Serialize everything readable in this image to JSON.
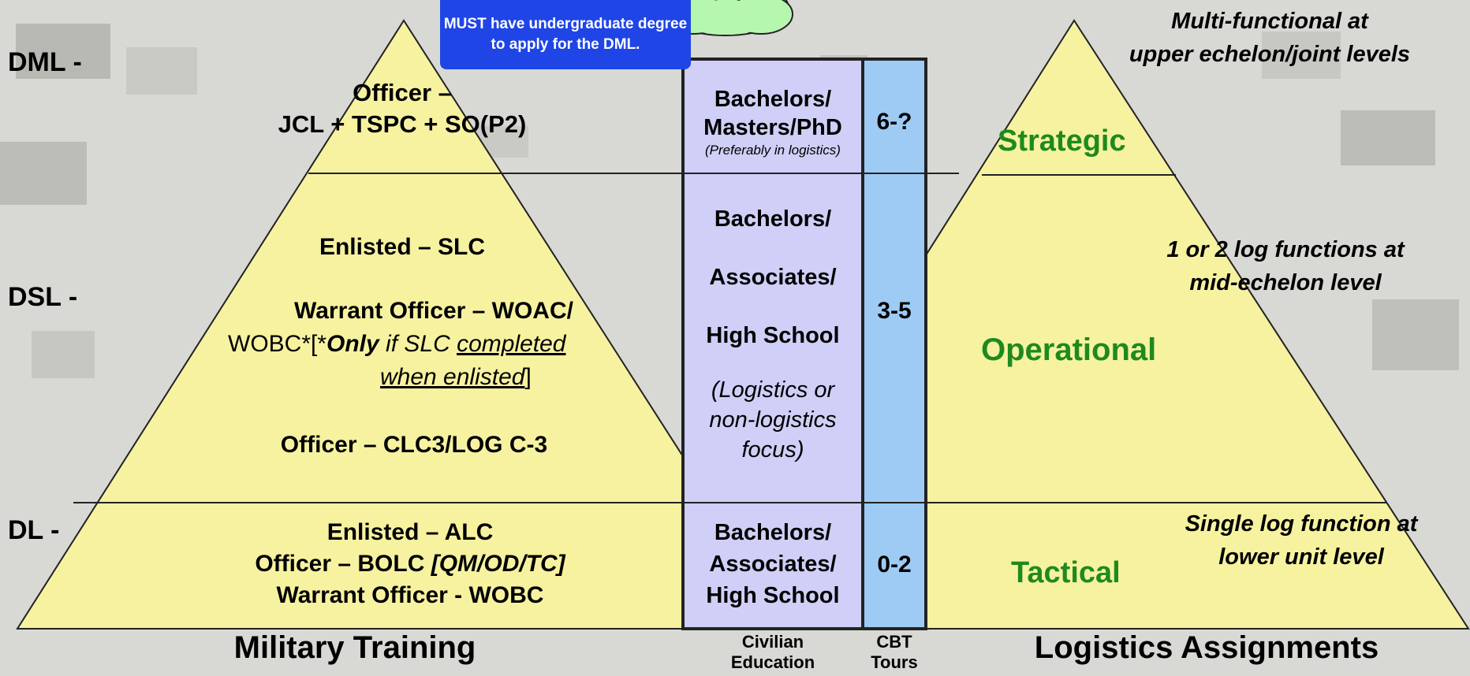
{
  "callout_text": "MUST have undergraduate degree to apply for the DML.",
  "levels": {
    "dml": "DML -",
    "dsl": "DSL -",
    "dl": "DL -"
  },
  "military": {
    "top_line1": "Officer –",
    "top_line2": "JCL + TSPC + SO(P2)",
    "mid_enlisted": "Enlisted – SLC",
    "mid_warrant": "Warrant Officer – WOAC/",
    "mid_wobc": "WOBC*[*",
    "mid_only": "Only",
    "mid_if": " if SLC ",
    "mid_completed": "completed",
    "mid_when": "when enlisted",
    "mid_bracket": "]",
    "mid_officer": "Officer – CLC3/LOG C-3",
    "bot_enlisted": "Enlisted – ALC",
    "bot_officer": "Officer – BOLC ",
    "bot_branch": "[QM/OD/TC]",
    "bot_warrant": "Warrant Officer - WOBC",
    "label": "Military Training"
  },
  "civilian": {
    "top_line1": "Bachelors/",
    "top_line2": "Masters/PhD",
    "top_note": "(Preferably in logistics)",
    "mid_line1": "Bachelors/",
    "mid_line2": "Associates/",
    "mid_line3": "High School",
    "mid_note1": "(Logistics or",
    "mid_note2": "non-logistics",
    "mid_note3": "focus)",
    "bot_line1": "Bachelors/",
    "bot_line2": "Associates/",
    "bot_line3": "High School",
    "label1": "Civilian",
    "label2": "Education"
  },
  "tours": {
    "top": "6-?",
    "mid": "3-5",
    "bot": "0-2",
    "label1": "CBT",
    "label2": "Tours"
  },
  "logistics": {
    "strategic": "Strategic",
    "operational": "Operational",
    "tactical": "Tactical",
    "top_note1": "Multi-functional at",
    "top_note2": "upper echelon/joint levels",
    "mid_note1": "1 or 2 log functions at",
    "mid_note2": "mid-echelon level",
    "bot_note1": "Single log function at",
    "bot_note2": "lower unit level",
    "label": "Logistics Assignments"
  },
  "colors": {
    "pyramid_fill": "#f7f2a0",
    "civilian_fill": "#cfcff7",
    "tours_fill": "#9dcbf4",
    "callout_fill": "#1f45e6",
    "cloud_fill": "#b6f7b0",
    "accent_green": "#1e8a1e"
  }
}
